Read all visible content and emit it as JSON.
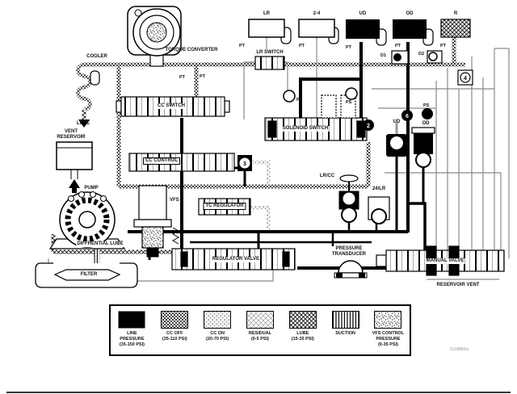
{
  "diagram": {
    "code": "8118f8b5a",
    "labels": {
      "torque_converter": "TORQUE CONVERTER",
      "cooler": "COOLER",
      "lube": "LUBE",
      "vent_reservoir": "VENT\nRESERVOIR",
      "pump": "PUMP",
      "differential_lube": "DIFFRENTIAL LUBE",
      "filter": "FILTER",
      "cc_switch": "CC SWITCH",
      "cc_control": "CC CONTROL",
      "vfs": "VFS",
      "tc_regulator": "TC REGULATOR",
      "regulator_valve": "REGULATOR VALVE",
      "pressure_transducer": "PRESSURE\nTRANSDUCER",
      "manual_valve": "MANUAL VALVE",
      "reservoir_vent": "RESERVOIR VENT",
      "solenoid_switch": "SOLENOID SWITCH",
      "lr_cc": "LR/CC",
      "acc_24lr": "24/LR",
      "lr_switch": "LR SWITCH",
      "d1": "D1",
      "d2": "D2",
      "ud_solenoid": "UD",
      "od_solenoid": "OD",
      "pt": "PT",
      "ps": "PS"
    },
    "clutches": [
      {
        "label": "LR"
      },
      {
        "label": "2-4"
      },
      {
        "label": "UD"
      },
      {
        "label": "OD"
      },
      {
        "label": "R"
      }
    ],
    "callouts": {
      "n2": "2",
      "n3": "3",
      "n4": "4",
      "n6": "6"
    }
  },
  "legend": {
    "items": [
      {
        "text": "LINE\nPRESSURE\n(35-150 PSI)",
        "pattern": "solid-black"
      },
      {
        "text": "CC OFF\n(35-110 PSI)",
        "pattern": "checker"
      },
      {
        "text": "CC ON\n(20-70 PSI)",
        "pattern": "dots"
      },
      {
        "text": "RESIDUAL\n(0-5 PSI)",
        "pattern": "diamond-light"
      },
      {
        "text": "LUBE\n(15-35 PSI)",
        "pattern": "diamond-dense"
      },
      {
        "text": "SUCTION",
        "pattern": "vertical-lines"
      },
      {
        "text": "VFS CONTROL\nPRESSURE\n(0-35 PSI)",
        "pattern": "speckle"
      }
    ]
  }
}
